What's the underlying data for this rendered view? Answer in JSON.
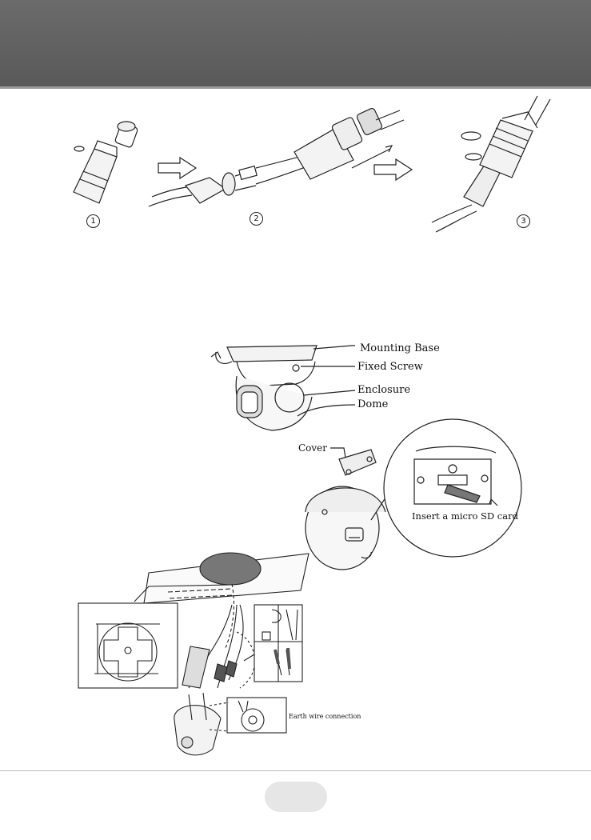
{
  "header": {
    "title": ""
  },
  "steps": {
    "step1": "1",
    "step2": "2",
    "step3": "3"
  },
  "camera_parts": {
    "mounting_base": "Mounting Base",
    "fixed_screw": "Fixed Screw",
    "enclosure": "Enclosure",
    "dome": "Dome"
  },
  "sd_card": {
    "cover": "Cover",
    "instruction": "Insert a micro SD card"
  },
  "install": {
    "earth_wire": "Earth wire connection"
  },
  "footer": {
    "page_number": ""
  },
  "colors": {
    "header": "#606060",
    "footer_pill": "#e6e6e6",
    "line_art": "#222222"
  }
}
